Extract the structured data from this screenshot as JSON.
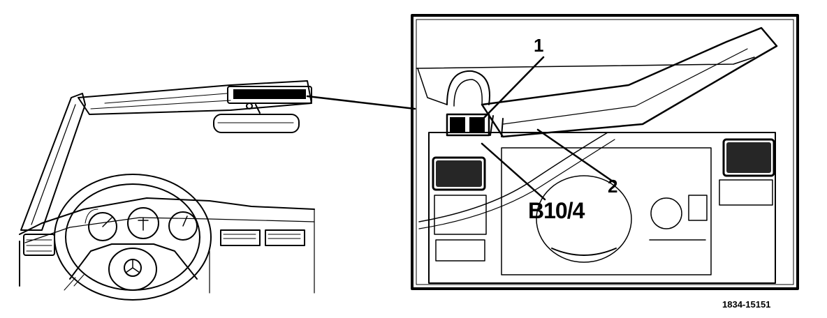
{
  "callouts": {
    "label_1": "1",
    "label_2": "2",
    "label_b10": "B10/4"
  },
  "figure_id": "1834-15151",
  "colors": {
    "ink": "#000000",
    "paper": "#ffffff"
  }
}
